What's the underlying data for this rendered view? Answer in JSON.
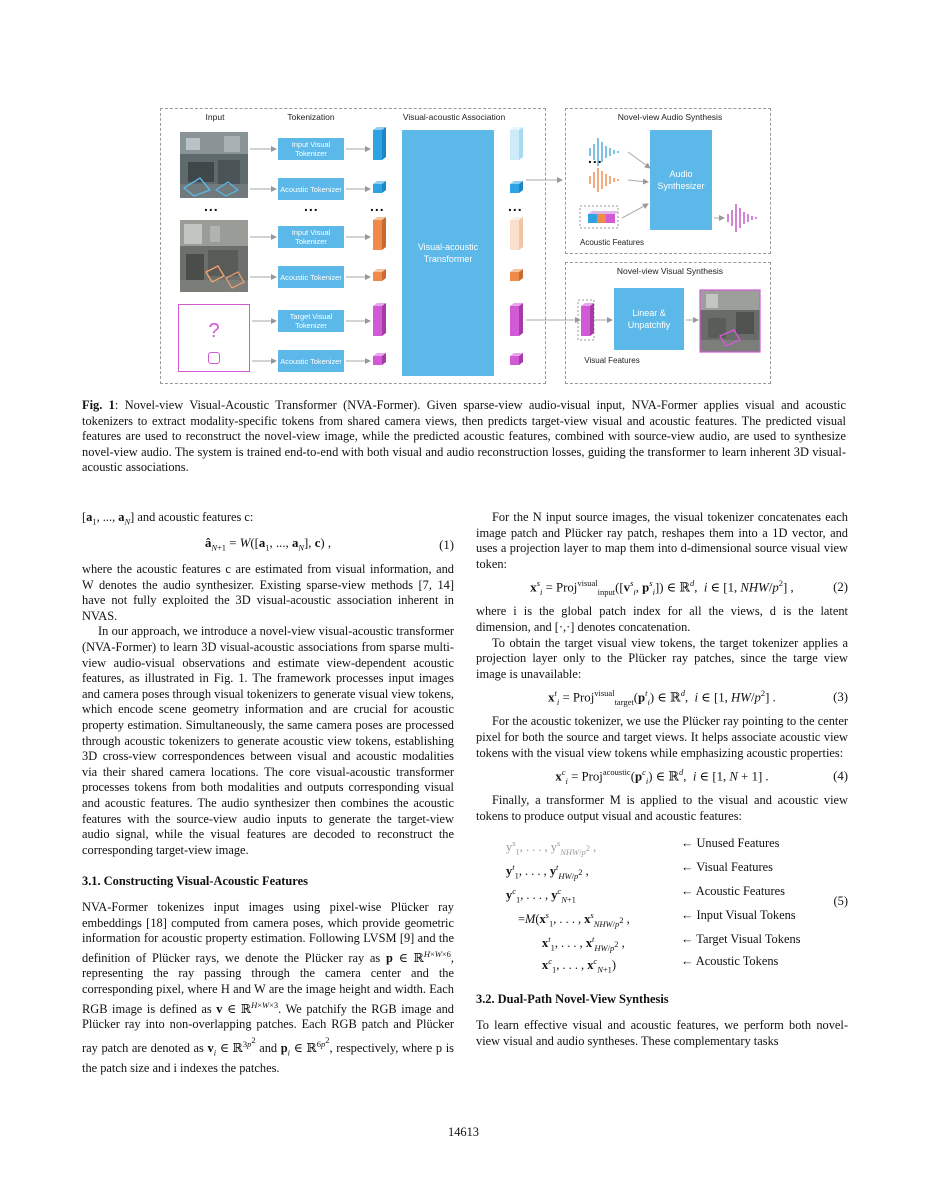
{
  "figure": {
    "headers": {
      "input": "Input",
      "tokenization": "Tokenization",
      "association": "Visual-acoustic Association",
      "audio_synthesis": "Novel-view Audio Synthesis",
      "visual_synthesis": "Novel-view Visual Synthesis"
    },
    "tokenizers": {
      "input_visual_1": "Input Visual Tokenizer",
      "acoustic_1": "Acoustic Tokenizer",
      "input_visual_2": "Input Visual Tokenizer",
      "acoustic_2": "Acoustic Tokenizer",
      "target_visual": "Target Visual Tokenizer",
      "acoustic_3": "Acoustic Tokenizer"
    },
    "transformer": "Visual-acoustic Transformer",
    "audio_synth": "Audio Synthesizer",
    "linear": "Linear & Unpatchfiy",
    "acoustic_features": "Acoustic Features",
    "visual_features": "Visual Features",
    "ellipsis": "...",
    "question_mark": "?",
    "colors": {
      "blue": "#5bb8e8",
      "orange": "#f0a070",
      "magenta": "#d35ad6",
      "light_blue": "#cdebf8"
    }
  },
  "caption": {
    "label": "Fig. 1",
    "text": ": Novel-view Visual-Acoustic Transformer (NVA-Former). Given sparse-view audio-visual input, NVA-Former applies visual and acoustic tokenizers to extract modality-specific tokens from shared camera views, then predicts target-view visual and acoustic features. The predicted visual features are used to reconstruct the novel-view image, while the predicted acoustic features, combined with source-view audio, are used to synthesize novel-view audio. The system is trained end-to-end with both visual and audio reconstruction losses, guiding the transformer to learn inherent 3D visual-acoustic associations."
  },
  "left": {
    "lead": "and acoustic features c:",
    "eq1_num": "(1)",
    "p1": "where the acoustic features c are estimated from visual information, and W denotes the audio synthesizer. Existing sparse-view methods [7, 14] have not fully exploited the 3D visual-acoustic association inherent in NVAS.",
    "p2": "In our approach, we introduce a novel-view visual-acoustic transformer (NVA-Former) to learn 3D visual-acoustic associations from sparse multi-view audio-visual observations and estimate view-dependent acoustic features, as illustrated in Fig. 1. The framework processes input images and camera poses through visual tokenizers to generate visual view tokens, which encode scene geometry information and are crucial for acoustic property estimation. Simultaneously, the same camera poses are processed through acoustic tokenizers to generate acoustic view tokens, establishing 3D cross-view correspondences between visual and acoustic modalities via their shared camera locations. The core visual-acoustic transformer processes tokens from both modalities and outputs corresponding visual and acoustic features. The audio synthesizer then combines the acoustic features with the source-view audio inputs to generate the target-view audio signal, while the visual features are decoded to reconstruct the corresponding target-view image.",
    "sec31": "3.1. Constructing Visual-Acoustic Features",
    "p3a": "NVA-Former tokenizes input images using pixel-wise Plücker ray embeddings [18] computed from camera poses, which provide geometric information for acoustic property estimation. Following LVSM [9] and the definition of Plücker rays, we denote the Plücker ray as",
    "p3b": ", representing the ray passing through the camera center and the corresponding pixel, where H and W are the image height and width. Each RGB image is defined as",
    "p3c": ". We patchify the RGB image and Plücker ray into non-overlapping patches. Each RGB patch and Plücker ray patch are denoted as",
    "p3d": ", respectively, where p is the patch size and i indexes the patches."
  },
  "right": {
    "p1": "For the N input source images, the visual tokenizer concatenates each image patch and Plücker ray patch, reshapes them into a 1D vector, and uses a projection layer to map them into d-dimensional source visual view token:",
    "eq2_num": "(2)",
    "p2": "where i is the global patch index for all the views, d is the latent dimension, and [·,·] denotes concatenation.",
    "p3": "To obtain the target visual view tokens, the target tokenizer applies a projection layer only to the Plücker ray patches, since the targe view image is unavailable:",
    "eq3_num": "(3)",
    "p4": "For the acoustic tokenizer, we use the Plücker ray pointing to the center pixel for both the source and target views. It helps associate acoustic view tokens with the visual view tokens while emphasizing acoustic properties:",
    "eq4_num": "(4)",
    "p5": "Finally, a transformer M is applied to the visual and acoustic view tokens to produce output visual and acoustic features:",
    "eq5_labels": [
      "← Unused Features",
      "← Visual Features",
      "← Acoustic Features",
      "← Input Visual Tokens",
      "← Target Visual Tokens",
      "← Acoustic Tokens"
    ],
    "eq5_num": "(5)",
    "sec32": "3.2. Dual-Path Novel-View Synthesis",
    "p6": "To learn effective visual and acoustic features, we perform both novel-view visual and audio syntheses. These complementary tasks"
  },
  "page_number": "14613"
}
